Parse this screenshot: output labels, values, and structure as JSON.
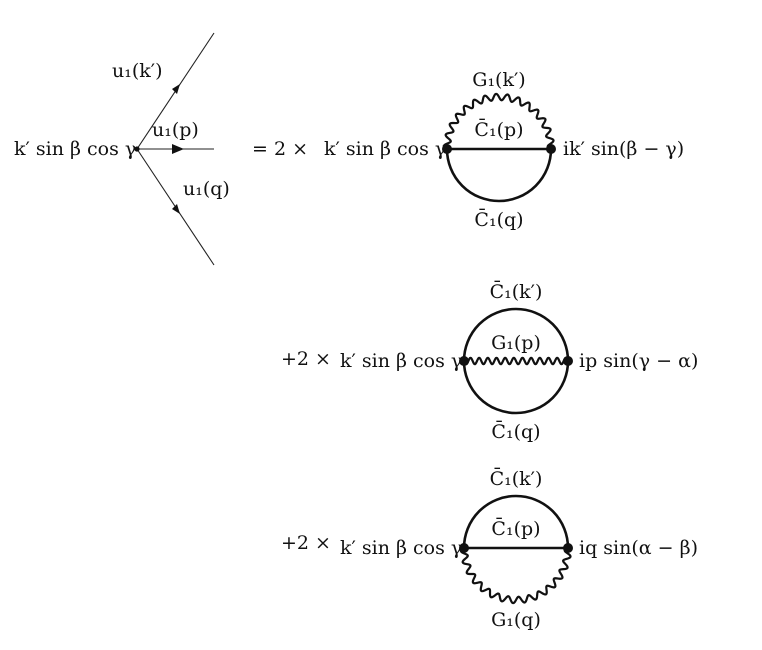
{
  "vertex": {
    "left_label": "k′ sin β cos γ",
    "leg_k": "u₁(k′)",
    "leg_p": "u₁(p)",
    "leg_q": "u₁(q)"
  },
  "term1": {
    "prefix": "= 2 ×",
    "left": "k′ sin β cos γ",
    "top": "G₁(k′)",
    "middle": "C̄₁(p)",
    "bottom": "C̄₁(q)",
    "right": "ik′ sin(β − γ)"
  },
  "term2": {
    "prefix": "+2 ×",
    "left": "k′ sin β cos γ",
    "top": "C̄₁(k′)",
    "middle": "G₁(p)",
    "bottom": "C̄₁(q)",
    "right": "ip sin(γ − α)"
  },
  "term3": {
    "prefix": "+2 ×",
    "left": "k′ sin β cos γ",
    "top": "C̄₁(k′)",
    "middle": "C̄₁(p)",
    "bottom": "G₁(q)",
    "right": "iq sin(α − β)"
  }
}
